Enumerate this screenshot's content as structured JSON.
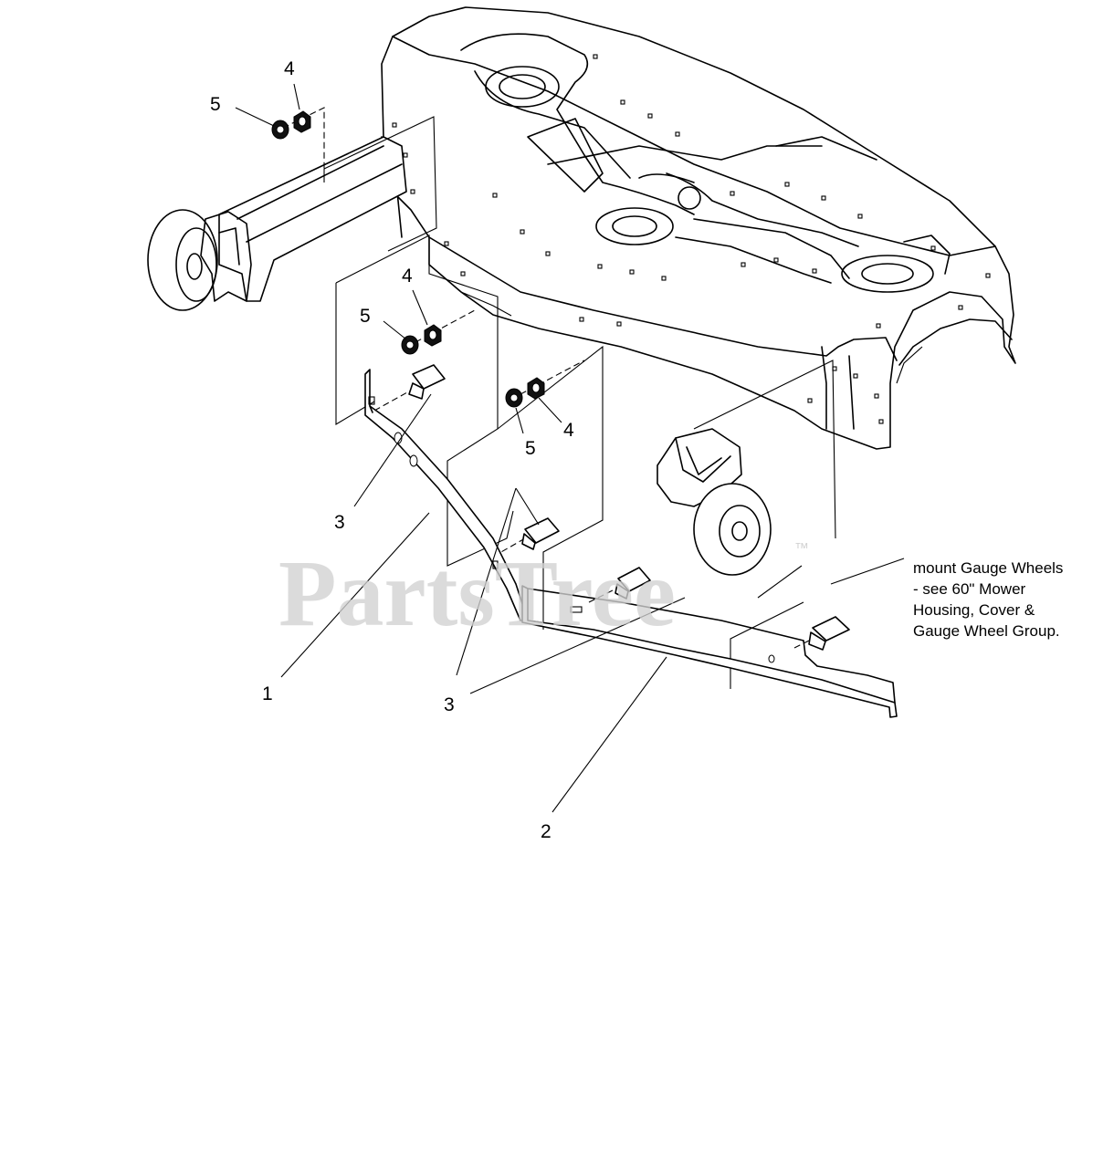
{
  "diagram": {
    "callouts": {
      "item_1": "1",
      "item_2": "2",
      "item_3": "3",
      "item_4": "4",
      "item_5": "5"
    },
    "note_lines": [
      "mount Gauge Wheels",
      "- see 60\" Mower",
      "Housing, Cover &",
      "Gauge Wheel Group."
    ],
    "watermark": {
      "text": "PartsTree",
      "trademark": "™"
    }
  }
}
